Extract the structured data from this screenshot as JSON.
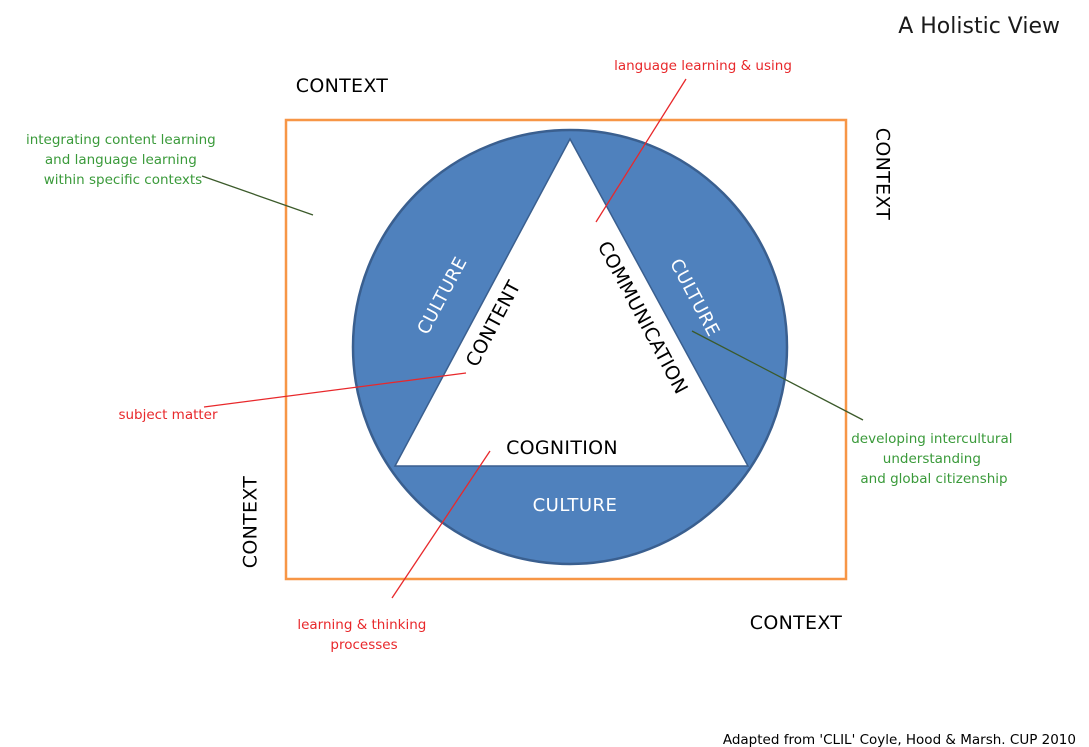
{
  "title": "A Holistic View",
  "context_labels": {
    "top": "CONTEXT",
    "right": "CONTEXT",
    "left": "CONTEXT",
    "bottom": "CONTEXT"
  },
  "culture_labels": {
    "left": "CULTURE",
    "right": "CULTURE",
    "bottom": "CULTURE"
  },
  "core_labels": {
    "content": "CONTENT",
    "communication": "COMMUNICATION",
    "cognition": "COGNITION"
  },
  "annotations": {
    "language": "language learning & using",
    "integrating": [
      "integrating content learning",
      "and language learning",
      "within specific contexts"
    ],
    "subject": "subject matter",
    "intercultural": [
      "developing intercultural",
      "understanding",
      "and global citizenship"
    ],
    "thinking": [
      "learning & thinking",
      "processes"
    ]
  },
  "footer": "Adapted from 'CLIL' Coyle, Hood & Marsh. CUP  2010",
  "colors": {
    "circle_fill": "#4f81bd",
    "circle_stroke": "#3a5f8f",
    "frame": "#f79646",
    "red": "#e8282b",
    "green": "#3a9a3a",
    "dark_green": "#3b5a2a"
  }
}
